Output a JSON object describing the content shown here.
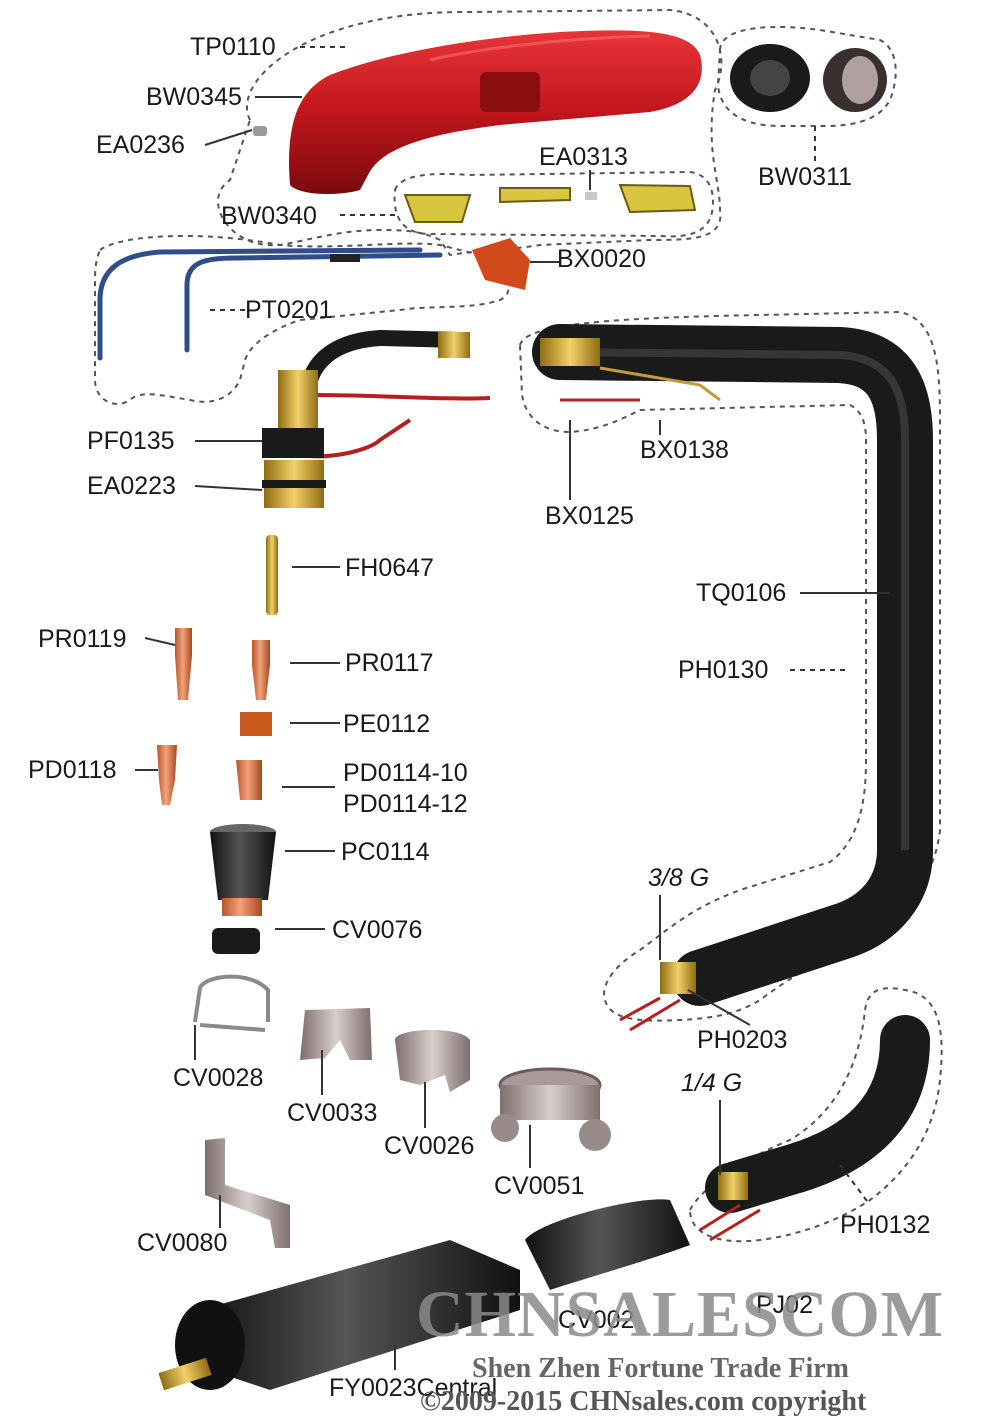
{
  "labels": {
    "TP0110": "TP0110",
    "BW0345": "BW0345",
    "EA0236": "EA0236",
    "EA0313": "EA0313",
    "BW0311": "BW0311",
    "BW0340": "BW0340",
    "BX0020": "BX0020",
    "PT0201": "PT0201",
    "PF0135": "PF0135",
    "EA0223": "EA0223",
    "BX0138": "BX0138",
    "BX0125": "BX0125",
    "FH0647": "FH0647",
    "TQ0106": "TQ0106",
    "PR0119": "PR0119",
    "PR0117": "PR0117",
    "PH0130": "PH0130",
    "PE0112": "PE0112",
    "PD0118": "PD0118",
    "PD0114_10": "PD0114-10",
    "PD0114_12": "PD0114-12",
    "PC0114": "PC0114",
    "G38": "3/8 G",
    "CV0076": "CV0076",
    "PH0203": "PH0203",
    "CV0028": "CV0028",
    "G14": "1/4 G",
    "CV0033": "CV0033",
    "CV0026": "CV0026",
    "CV0051": "CV0051",
    "PH0132": "PH0132",
    "CV0080": "CV0080",
    "CV002x": "CV002",
    "PJ02x": "PJ02",
    "FY0023": "FY0023Central"
  },
  "watermark": {
    "main": "CHNSALESCOM",
    "sub": "Shen Zhen Fortune Trade Firm",
    "copyright": "©2009-2015 CHNsales.com copyright"
  },
  "colors": {
    "handle": "#c0161c",
    "cable": "#2b2b2b",
    "brass": "#c9a227",
    "copper": "#d9784a",
    "insulator": "#d4c44a",
    "metal": "#a89a98"
  }
}
